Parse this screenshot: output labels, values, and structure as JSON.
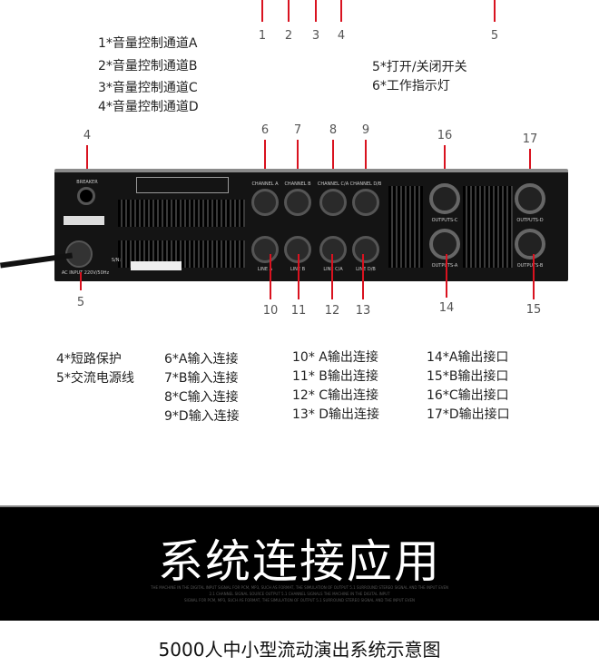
{
  "top_markers": [
    "1",
    "2",
    "3",
    "4",
    "5"
  ],
  "top_legend_left": [
    "1*音量控制通道A",
    "2*音量控制通道B",
    "3*音量控制通道C",
    "4*音量控制通道D"
  ],
  "top_legend_right": [
    "5*打开/关闭开关",
    "6*工作指示灯"
  ],
  "panel_markers": {
    "breaker": "4",
    "power": "5",
    "inputs_top": [
      "6",
      "7",
      "8",
      "9"
    ],
    "inputs_bottom": [
      "10",
      "11",
      "12",
      "13"
    ],
    "out_c": "16",
    "out_d": "17",
    "out_a": "14",
    "out_b": "15"
  },
  "panel_labels": {
    "breaker": "BREAKER",
    "channels": [
      "CHANNEL A",
      "CHANNEL B",
      "CHANNEL C/A",
      "CHANNEL D/B"
    ],
    "lines": [
      "LINE A",
      "LINE B",
      "LINE C/A",
      "LINE D/B"
    ],
    "outputs": [
      "OUTPUTS-C",
      "OUTPUTS-D",
      "OUTPUTS-A",
      "OUTPUTS-B"
    ],
    "ac_input": "AC INPUT 220V/50Hz",
    "sn": "S/N:"
  },
  "desc": {
    "col1": [
      "4*短路保护",
      "5*交流电源线"
    ],
    "col2": [
      "6*A输入连接",
      "7*B输入连接",
      "8*C输入连接",
      "9*D输入连接"
    ],
    "col3": [
      "10* A输出连接",
      "11* B输出连接",
      "12* C输出连接",
      "13* D输出连接"
    ],
    "col4": [
      "14*A输出接口",
      "15*B输出接口",
      "16*C输出接口",
      "17*D输出接口"
    ]
  },
  "banner": {
    "title": "系统连接应用",
    "fine_print": [
      "THE MACHINE IN THE DIGITAL INPUT SIGNAL FOR PCM, MP3, SUCH AS FORMAT, THE SIMULATION OF OUTPUT 5.1 SURROUND STEREO SIGNAL AND THE INPUT EVEN",
      "2.1 CHANNEL SIGNAL SOURCE OUTPUT 5.1 CHANNEL SIGNALS THE MACHINE IN THE DIGITAL INPUT",
      "SIGNAL FOR PCM, MP3, SUCH AS FORMAT, THE SIMULATION OF OUTPUT 5.1 SURROUND STEREO SIGNAL AND THE INPUT EVEN"
    ]
  },
  "subtitle": "5000人中小型流动演出系统示意图",
  "colors": {
    "marker_line": "#d9121f",
    "band": "#000000"
  }
}
